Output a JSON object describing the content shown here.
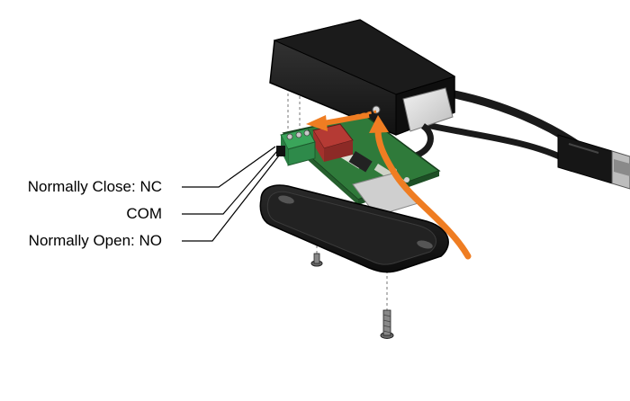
{
  "labels": {
    "nc": "Normally Close: NC",
    "com": "COM",
    "no": "Normally Open: NO"
  },
  "icons": [
    "usb-plug-icon",
    "relay-board-icon",
    "screw-icon",
    "airflow-arrow-icon"
  ],
  "colors": {
    "housing": "#2b2b2b",
    "pcb": "#2f7a3a",
    "relay": "#a3312c",
    "terminal": "#3aa55a",
    "arrow": "#ef7d22",
    "sensor_window": "#dcdcdc"
  }
}
